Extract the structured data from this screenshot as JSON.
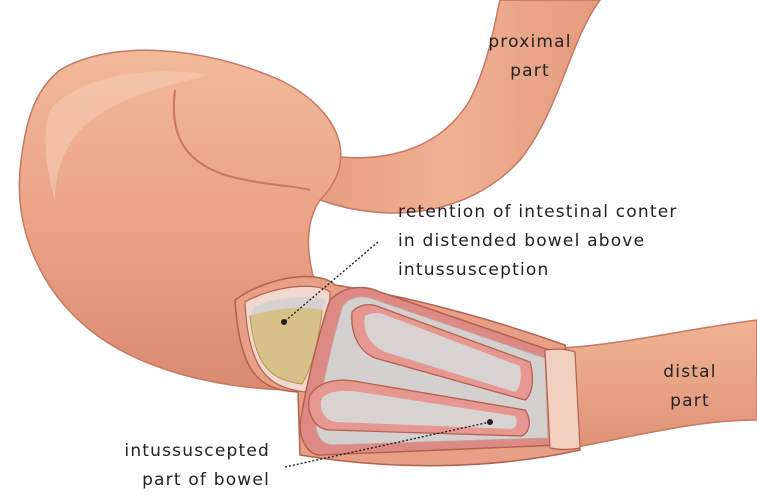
{
  "labels": {
    "proximal": [
      "proximal",
      "part"
    ],
    "retention": [
      "retention of intestinal conter",
      "in distended bowel above",
      "intussusception"
    ],
    "distal": [
      "distal",
      "part"
    ],
    "intussuscepted": [
      "intussuscepted",
      "part of bowel"
    ]
  },
  "colors": {
    "bowel_outer": "#e8a184",
    "bowel_highlight": "#f4c0a6",
    "bowel_dark": "#c77763",
    "bowel_outline": "#b4604f",
    "wall_pink": "#d6757a",
    "lumen_grey": "#d4d0d0",
    "contents": "#d8c08a",
    "pointer_line": "#222222",
    "text": "#222222"
  }
}
